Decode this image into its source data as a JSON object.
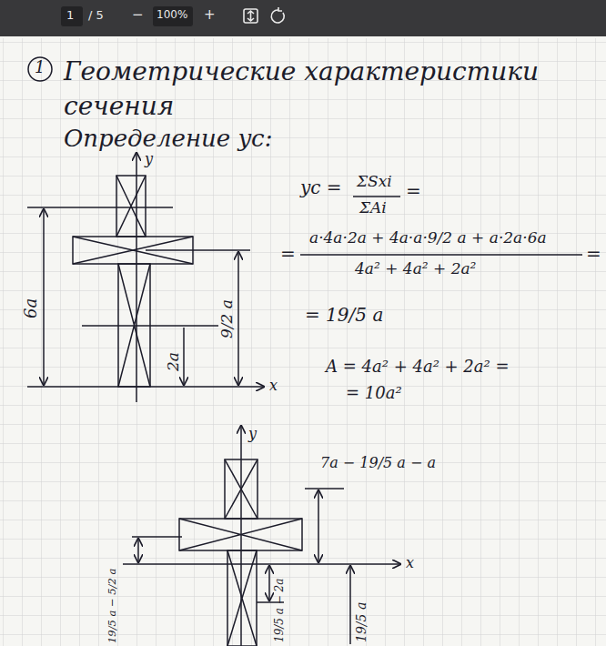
{
  "diagram": {
    "title": "Геометрические характеристики сечения",
    "labels": [
      "1",
      "/ 5",
      "−",
      "100%",
      "+",
      "1",
      "Определение yc:",
      "y",
      "x",
      "6a",
      "9/2 a",
      "2a",
      "yc =",
      "ΣSxi",
      "ΣAi",
      "=",
      "=",
      "a·4a·2a + 4a·a·9/2 a + a·2a·6a",
      "4a² + 4a² + 2a²",
      "=",
      "= 19/5 a",
      "A = 4a² + 4a² + 2a² =",
      "= 10a²",
      "y",
      "x",
      "7a − 19/5 a − a",
      "19/5 a − 5/2 a",
      "19/5 a − 2a",
      "19/5 a"
    ]
  }
}
